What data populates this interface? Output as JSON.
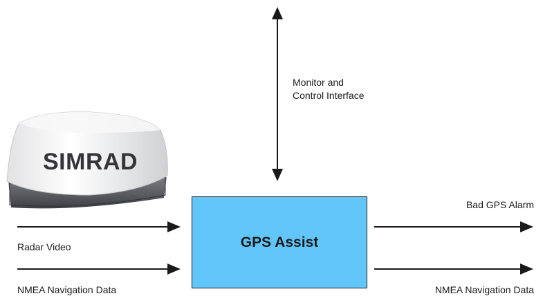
{
  "radar": {
    "brand": "SIMRAD"
  },
  "center_box": {
    "title": "GPS Assist"
  },
  "interface": {
    "line1": "Monitor and",
    "line2": "Control Interface"
  },
  "inputs": {
    "radar_video": "Radar Video",
    "nmea_in": "NMEA Navigation Data"
  },
  "outputs": {
    "bad_gps_alarm": "Bad GPS Alarm",
    "nmea_out": "NMEA Navigation Data"
  },
  "colors": {
    "box_fill": "#62c6fb",
    "line": "#1a1a1a"
  }
}
